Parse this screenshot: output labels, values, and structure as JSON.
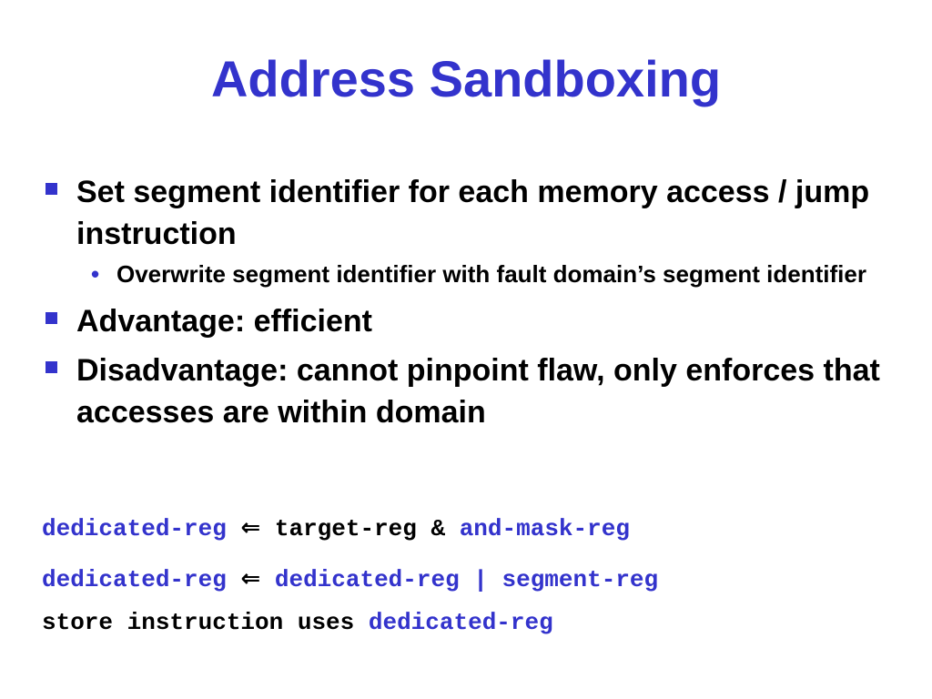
{
  "slide": {
    "title": "Address Sandboxing",
    "bullets": [
      {
        "text": "Set segment identifier for each memory access / jump instruction"
      },
      {
        "text": "Overwrite segment identifier with fault domain’s segment identifier"
      },
      {
        "text": "Advantage: efficient"
      },
      {
        "text": "Disadvantage: cannot pinpoint flaw, only enforces that accesses are within domain"
      }
    ],
    "code_lines": [
      {
        "a": "dedicated-reg",
        "arrow": "⇐",
        "b": "target-reg &",
        "c": "and-mask-reg"
      },
      {
        "a": "dedicated-reg",
        "arrow": "⇐",
        "b": "dedicated-reg | segment-reg"
      },
      {
        "a": "store instruction uses",
        "b": "dedicated-reg"
      }
    ]
  },
  "colors": {
    "accent": "#3333CC",
    "text": "#000000",
    "background": "#FFFFFF"
  },
  "icons": {
    "level1": "square-bullet-icon",
    "level2": "round-bullet-icon"
  }
}
